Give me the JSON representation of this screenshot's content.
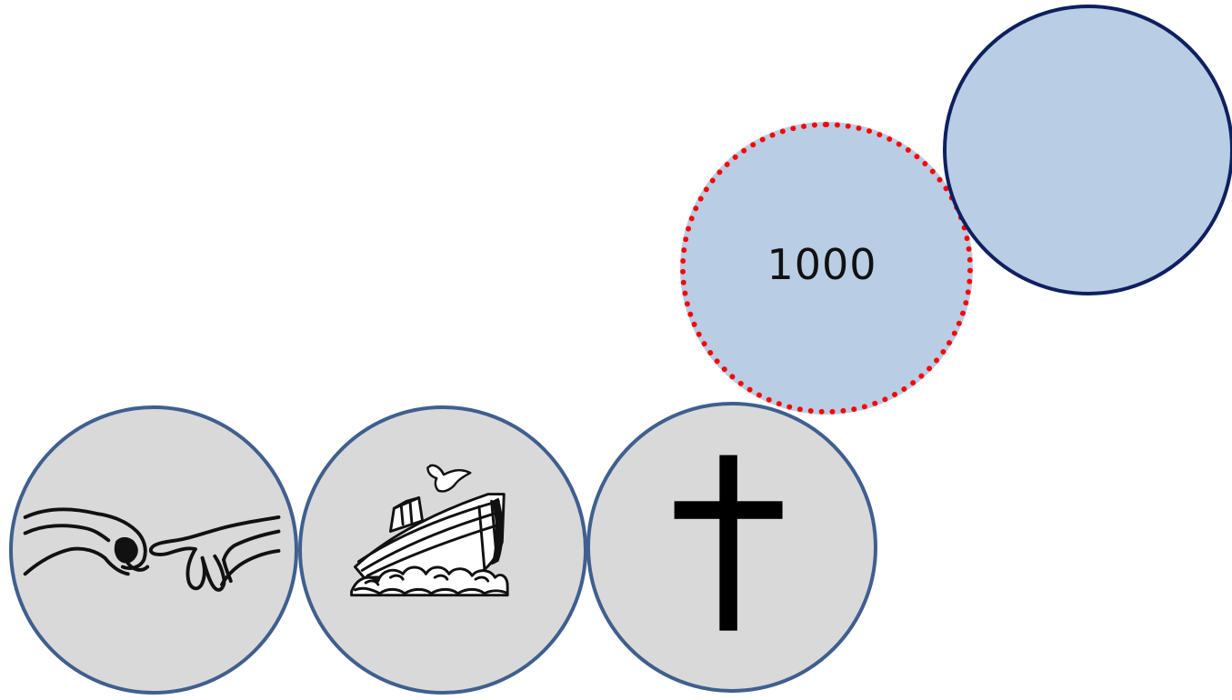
{
  "circles": [
    {
      "id": "creation",
      "icon": "hands-touching-icon"
    },
    {
      "id": "flood",
      "icon": "ark-and-dove-icon"
    },
    {
      "id": "cross",
      "icon": "cross-icon"
    },
    {
      "id": "highlighted",
      "label": "1000"
    },
    {
      "id": "empty",
      "label": ""
    }
  ],
  "colors": {
    "gray_fill": "#d9d9d9",
    "gray_border": "#3f5f8f",
    "blue_fill": "#b9cde4",
    "dashed_border": "#ff0000",
    "solid_border": "#0e2060"
  }
}
